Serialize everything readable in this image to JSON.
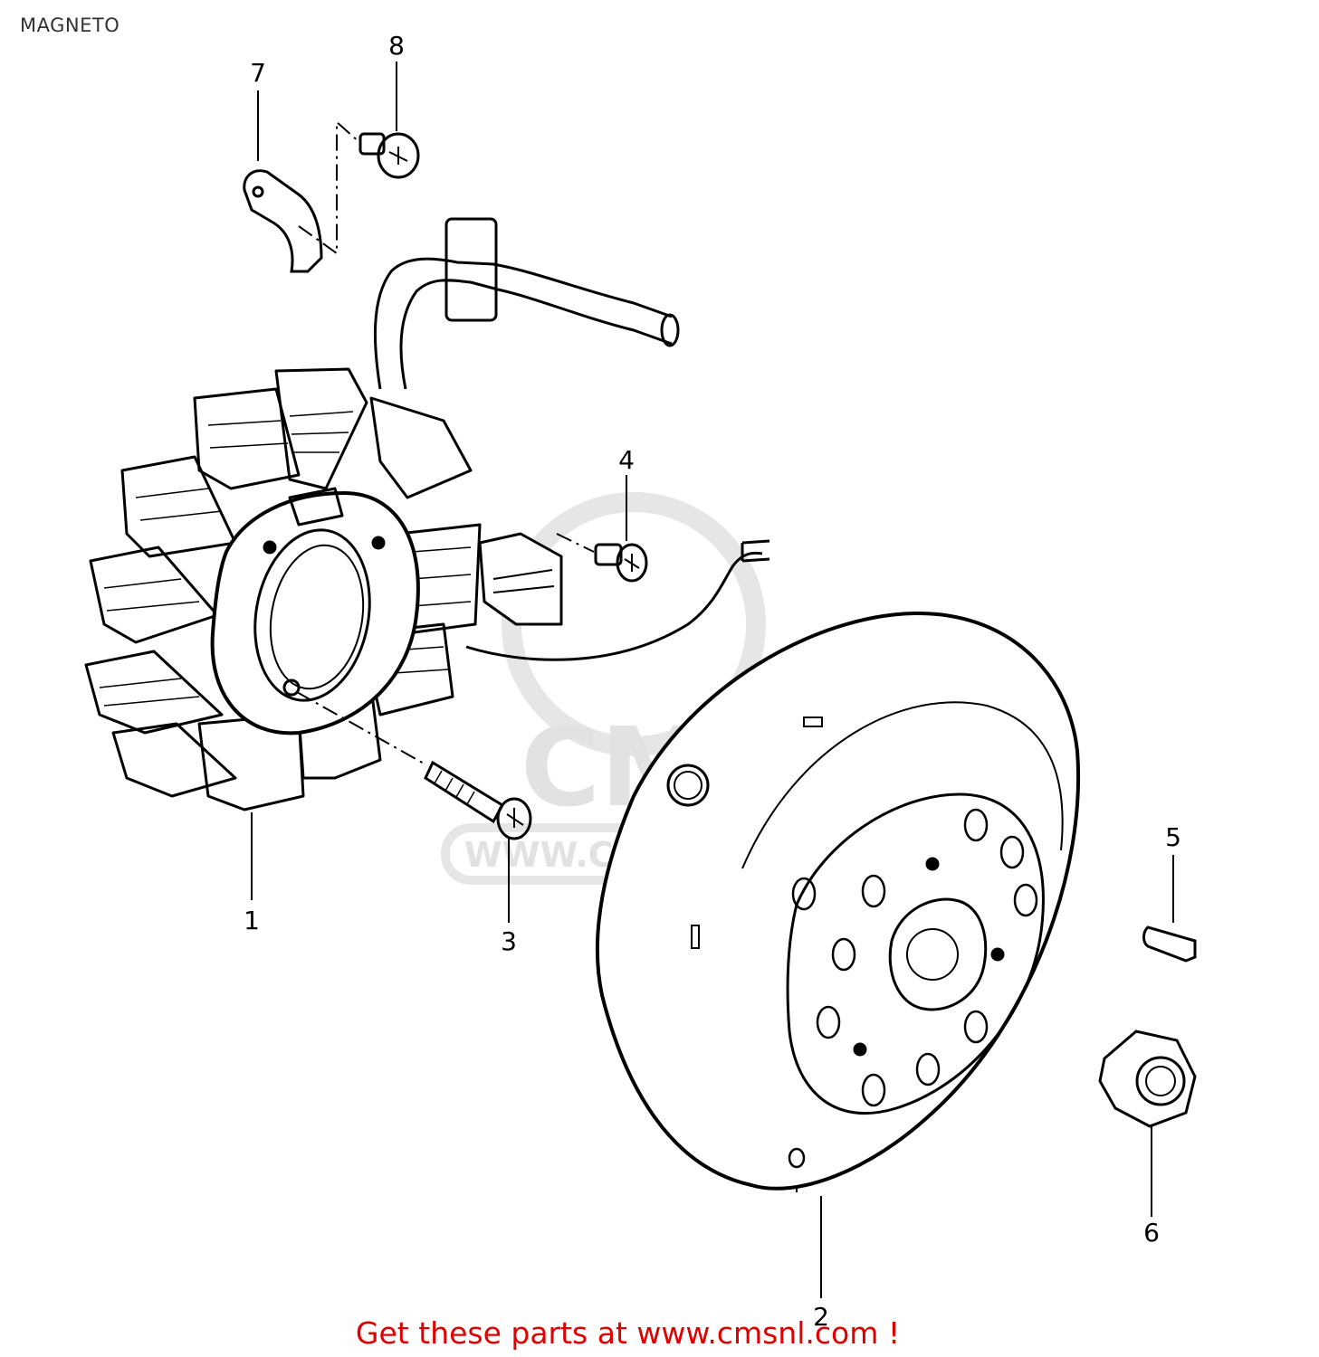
{
  "page": {
    "title": "MAGNETO",
    "footer": "Get these parts at www.cmsnl.com !"
  },
  "watermark": {
    "logo_text": "CMS",
    "url_text": "WWW.CMSNL.COM"
  },
  "callouts": [
    {
      "id": "1",
      "part": "stator"
    },
    {
      "id": "2",
      "part": "rotor"
    },
    {
      "id": "3",
      "part": "stator-screw"
    },
    {
      "id": "4",
      "part": "pickup-screw"
    },
    {
      "id": "5",
      "part": "key"
    },
    {
      "id": "6",
      "part": "nut"
    },
    {
      "id": "7",
      "part": "clamp"
    },
    {
      "id": "8",
      "part": "clamp-screw"
    }
  ],
  "colors": {
    "line": "#000000",
    "footer": "#e00000",
    "watermark": "#e2e2e2"
  }
}
